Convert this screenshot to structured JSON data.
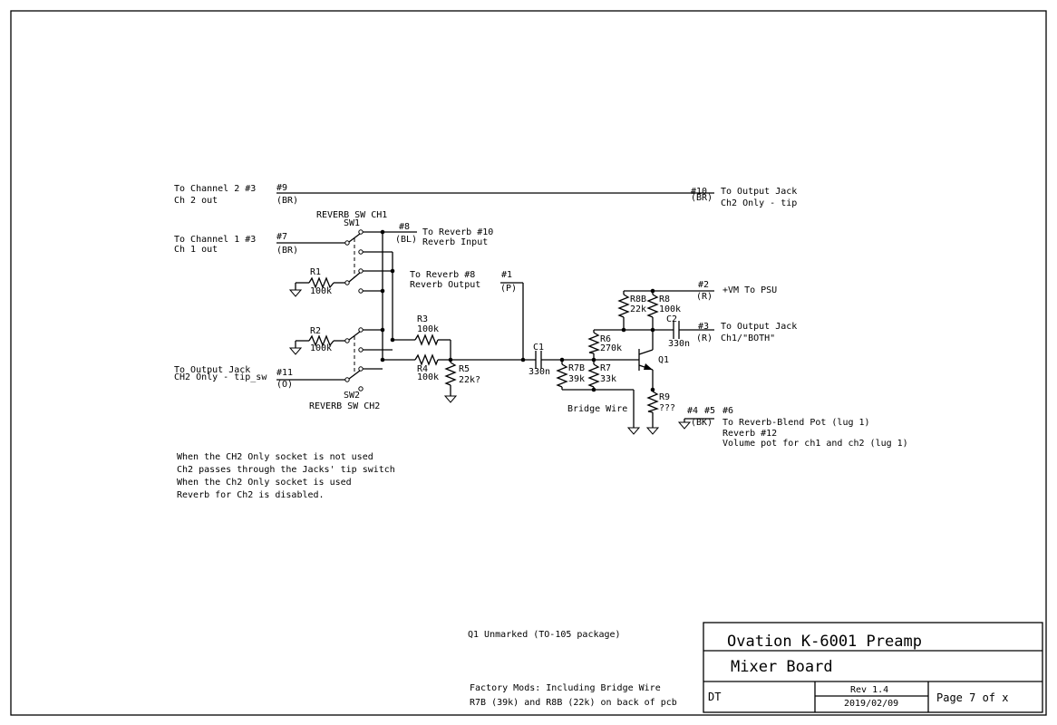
{
  "nets": {
    "n9": "#9",
    "n9_color": "(BR)",
    "n10": "#10",
    "n10_color": "(BR)",
    "n7": "#7",
    "n7_color": "(BR)",
    "n8": "#8",
    "n8_color": "(BL)",
    "n1": "#1",
    "n1_color": "(P)",
    "n11": "#11",
    "n11_color": "(O)",
    "n2": "#2",
    "n2_color": "(R)",
    "n3": "#3",
    "n3_color": "(R)",
    "n4": "#4",
    "n5": "#5",
    "n6": "#6",
    "n456_color": "(BK)"
  },
  "labels": {
    "ch2_in_1": "To Channel 2 #3",
    "ch2_in_2": "Ch 2 out",
    "ch1_in_1": "To Channel 1 #3",
    "ch1_in_2": "Ch 1 out",
    "out_jack_ch2_1": "To Output Jack",
    "out_jack_ch2_2": "Ch2 Only - tip",
    "rev10_1": "To Reverb #10",
    "rev10_2": "Reverb Input",
    "rev8_1": "To Reverb #8",
    "rev8_2": "Reverb Output",
    "tipsw_1": "To Output Jack",
    "tipsw_2": "CH2 Only - tip_sw",
    "psu": "+VM  To PSU",
    "out3_1": "To Output Jack",
    "out3_2": "Ch1/\"BOTH\"",
    "blend_1": "To Reverb-Blend Pot (lug 1)",
    "blend_2": "Reverb #12",
    "blend_3": "Volume pot for ch1 and ch2 (lug 1)",
    "bridge": "Bridge Wire",
    "sw_ch1": "REVERB SW CH1",
    "sw_ch2": "REVERB SW CH2"
  },
  "parts": {
    "sw1": "SW1",
    "sw2": "SW2",
    "r1": "R1",
    "r1_val": "100k",
    "r2": "R2",
    "r2_val": "100k",
    "r3": "R3",
    "r3_val": "100k",
    "r4": "R4",
    "r4_val": "100k",
    "r5": "R5",
    "r5_val": "22k?",
    "c1": "C1",
    "c1_val": "330n",
    "r7b": "R7B",
    "r7b_val": "39k",
    "r6": "R6",
    "r6_val": "270k",
    "r7": "R7",
    "r7_val": "33k",
    "r8b": "R8B",
    "r8b_val": "22k",
    "r8": "R8",
    "r8_val": "100k",
    "c2": "C2",
    "c2_val": "330n",
    "q1": "Q1",
    "r9": "R9",
    "r9_val": "???"
  },
  "notes": {
    "line1": "When the CH2 Only socket is not used",
    "line2": "Ch2 passes through the Jacks' tip switch",
    "line3": "When the Ch2 Only socket is used",
    "line4": "Reverb for Ch2 is disabled.",
    "q1_note": "Q1 Unmarked  (TO-105 package)",
    "mods_1": "Factory Mods: Including Bridge Wire",
    "mods_2": "R7B (39k) and R8B (22k) on back of pcb"
  },
  "title_block": {
    "title": "Ovation K-6001 Preamp",
    "subtitle": "Mixer Board",
    "author": "DT",
    "rev": "Rev 1.4",
    "date": "2019/02/09",
    "page": "Page 7 of x"
  }
}
